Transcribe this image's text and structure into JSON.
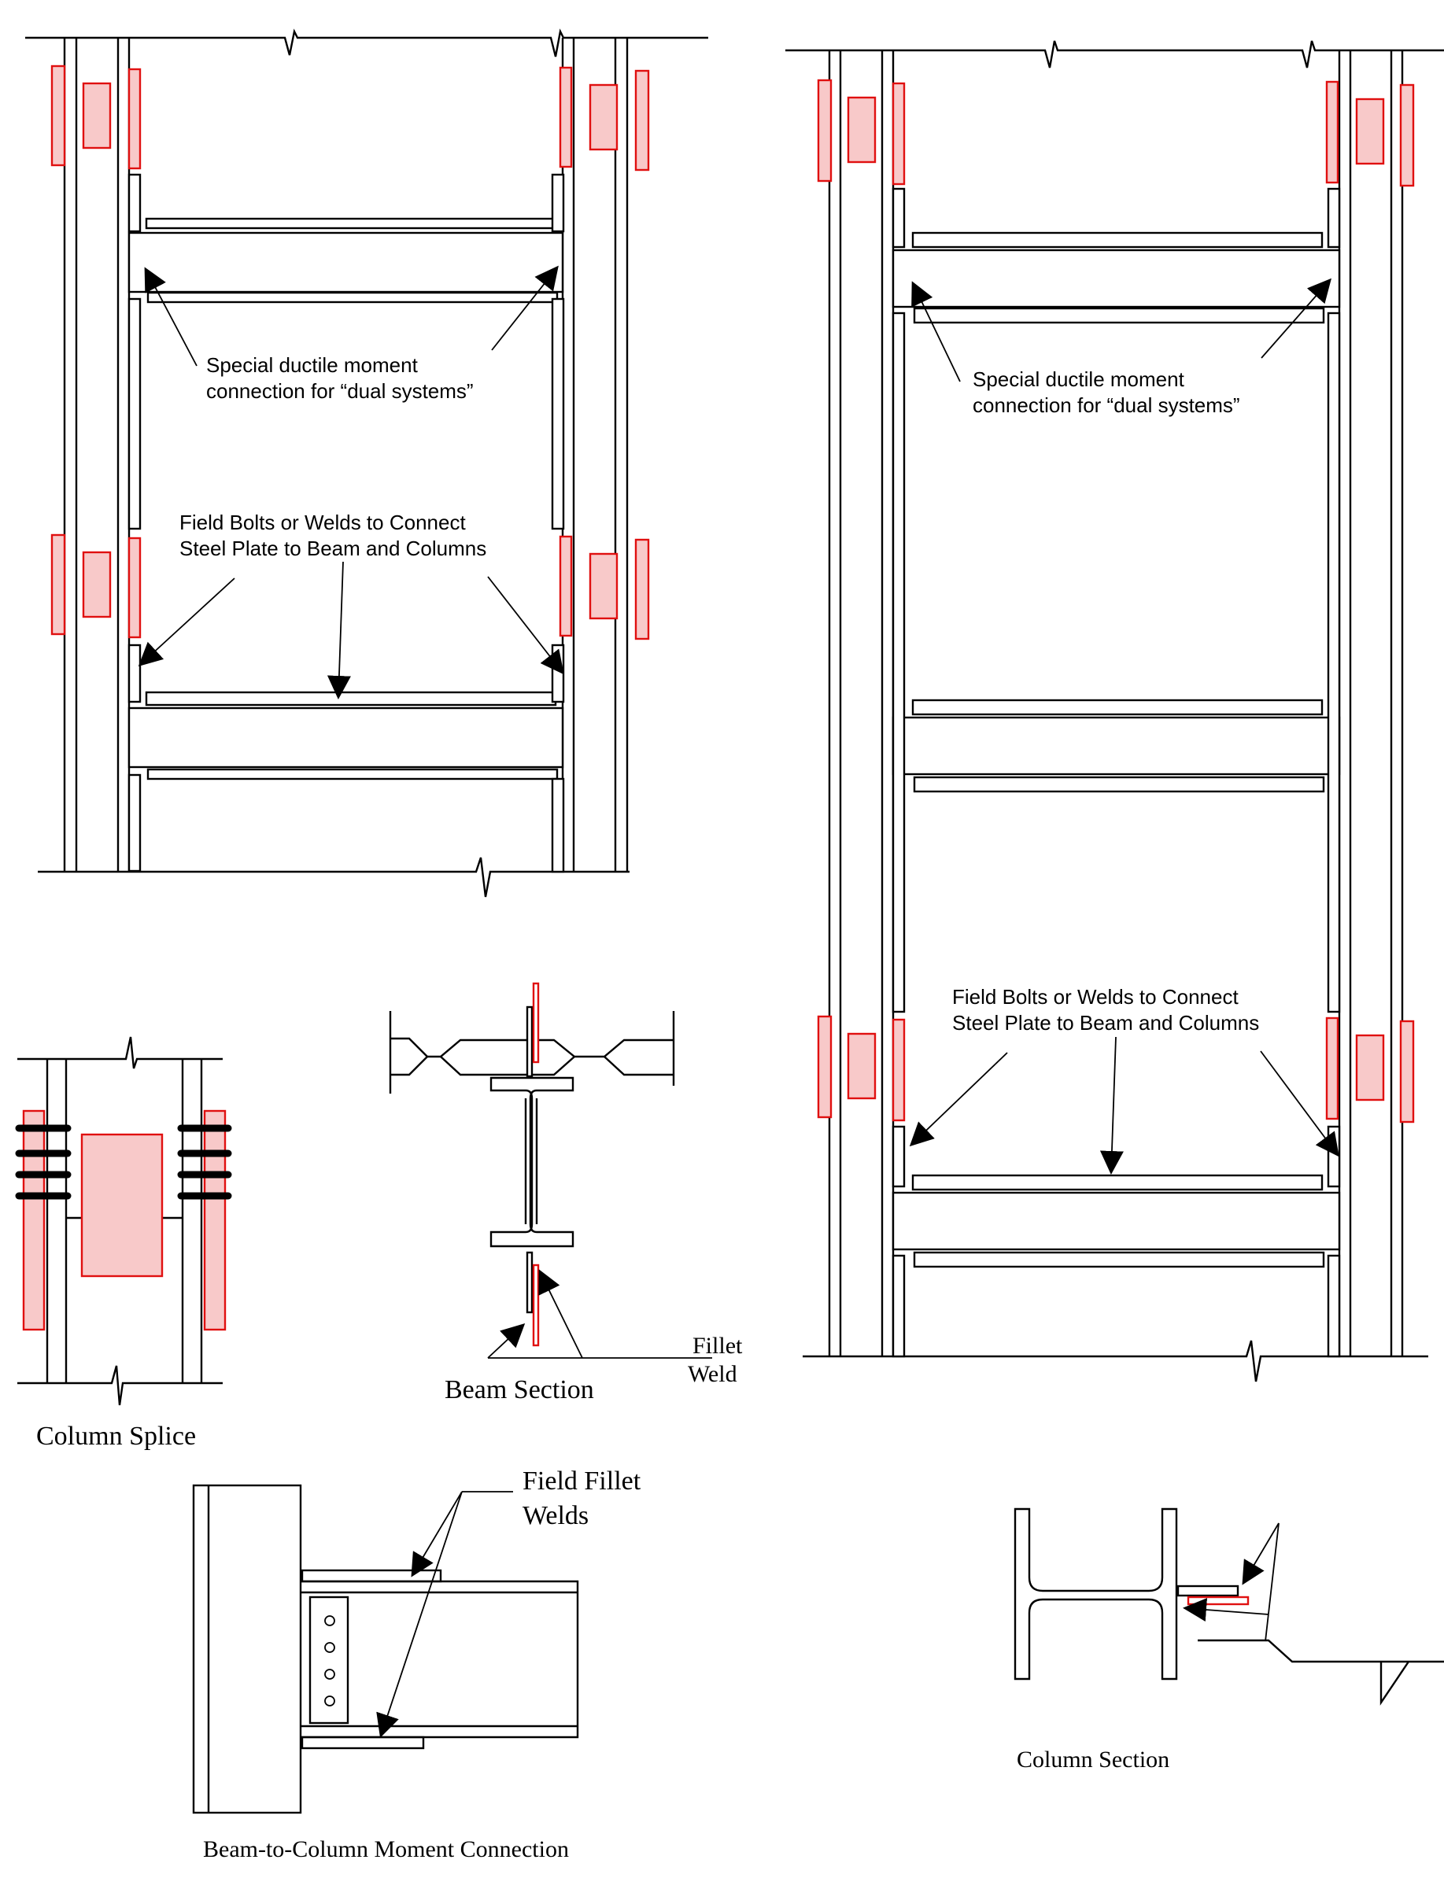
{
  "labels": {
    "left_frame_moment_1": "Special ductile moment",
    "left_frame_moment_2": "connection for “dual systems”",
    "left_frame_field_1": "Field Bolts or Welds to Connect",
    "left_frame_field_2": "Steel Plate to Beam and Columns",
    "right_frame_moment_1": "Special ductile moment",
    "right_frame_moment_2": "connection for “dual systems”",
    "right_frame_field_1": "Field Bolts or Welds to Connect",
    "right_frame_field_2": "Steel Plate to Beam and Columns",
    "fillet_weld_1": "Fillet",
    "fillet_weld_2": "Weld",
    "beam_section": "Beam Section",
    "column_splice": "Column Splice",
    "field_fillet_welds_1": "Field Fillet",
    "field_fillet_welds_2": "Welds",
    "beam_to_column": "Beam-to-Column  Moment Connection",
    "column_section": "Column Section"
  },
  "colors": {
    "line": "#000000",
    "connection_red": "#e01010",
    "connection_fill": "#f8c9c9"
  }
}
